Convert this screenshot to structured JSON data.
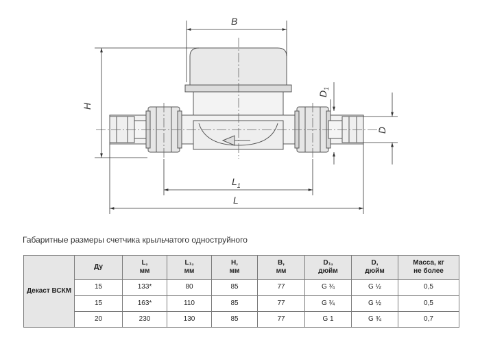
{
  "drawing": {
    "labels": {
      "B": "B",
      "H": "H",
      "D1": "D",
      "D1_sub": "1",
      "D": "D",
      "L1": "L",
      "L1_sub": "1",
      "L": "L"
    }
  },
  "table": {
    "caption": "Габаритные размеры счетчика крыльчатого одноструйного",
    "model": "Декаст ВСКМ",
    "headers": [
      {
        "line1": "Ду",
        "line2": ""
      },
      {
        "line1": "L,",
        "line2": "мм"
      },
      {
        "line1": "L₁,",
        "line2": "мм"
      },
      {
        "line1": "H,",
        "line2": "мм"
      },
      {
        "line1": "B,",
        "line2": "мм"
      },
      {
        "line1": "D₁,",
        "line2": "дюйм"
      },
      {
        "line1": "D,",
        "line2": "дюйм"
      },
      {
        "line1": "Масса, кг",
        "line2": "не более"
      }
    ],
    "rows": [
      [
        "15",
        "133*",
        "80",
        "85",
        "77",
        "G ¾",
        "G ½",
        "0,5"
      ],
      [
        "15",
        "163*",
        "110",
        "85",
        "77",
        "G ¾",
        "G ½",
        "0,5"
      ],
      [
        "20",
        "230",
        "130",
        "85",
        "77",
        "G 1",
        "G ¾",
        "0,7"
      ]
    ]
  }
}
